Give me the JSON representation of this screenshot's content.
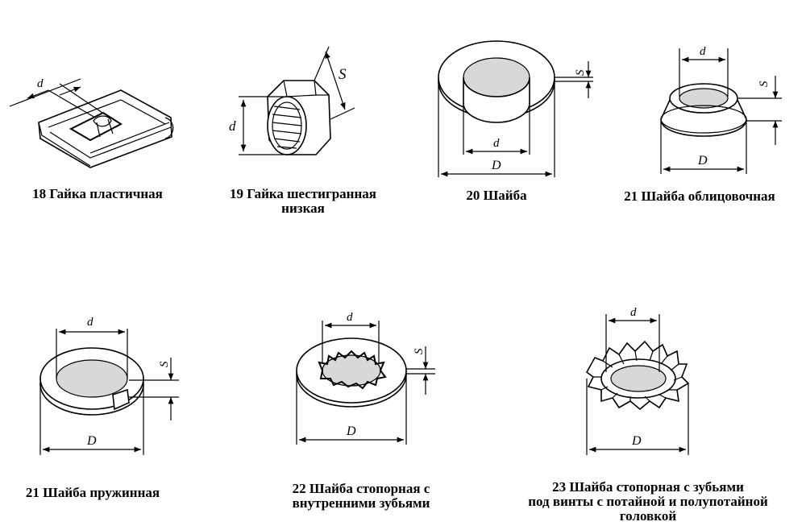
{
  "items": [
    {
      "id": "18",
      "caption": "18 Гайка пластичная"
    },
    {
      "id": "19",
      "caption_line1": "19 Гайка шестигранная",
      "caption_line2": "низкая"
    },
    {
      "id": "20",
      "caption": "20 Шайба"
    },
    {
      "id": "21a",
      "caption": "21 Шайба облицовочная"
    },
    {
      "id": "21b",
      "caption": "21 Шайба пружинная"
    },
    {
      "id": "22",
      "caption_line1": "22 Шайба стопорная с",
      "caption_line2": "внутренними зубьями"
    },
    {
      "id": "23",
      "caption_line1": "23 Шайба стопорная с зубьями",
      "caption_line2": "под винты с  потайной и полупотайной",
      "caption_line3": "головкой"
    }
  ],
  "dimension_labels": {
    "d": "d",
    "D": "D",
    "S": "S"
  }
}
